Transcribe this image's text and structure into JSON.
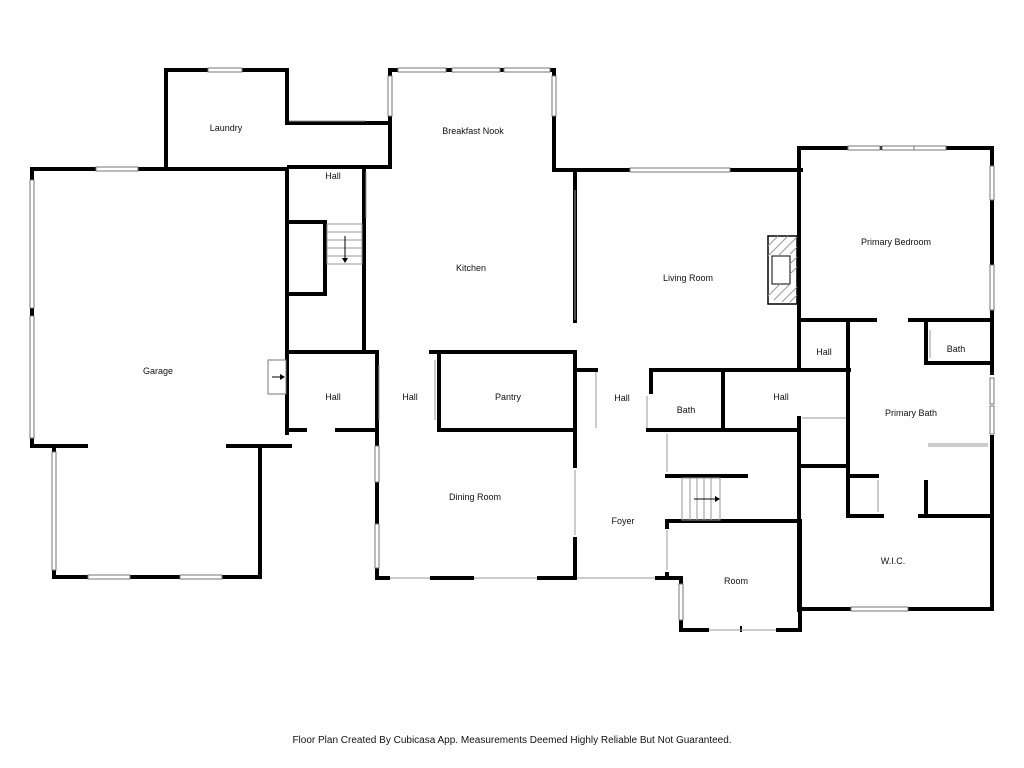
{
  "rooms": {
    "laundry": "Laundry",
    "hall_top": "Hall",
    "breakfast_nook": "Breakfast Nook",
    "kitchen": "Kitchen",
    "living_room": "Living Room",
    "primary_bedroom": "Primary Bedroom",
    "garage": "Garage",
    "hall_left": "Hall",
    "hall_mid": "Hall",
    "pantry": "Pantry",
    "hall_center": "Hall",
    "bath_center": "Bath",
    "hall_right": "Hall",
    "hall_bedroom": "Hall",
    "bath_primary": "Bath",
    "primary_bath": "Primary Bath",
    "dining_room": "Dining Room",
    "foyer": "Foyer",
    "room": "Room",
    "wic": "W.I.C."
  },
  "footer": {
    "disclaimer": "Floor Plan Created By Cubicasa App. Measurements Deemed Highly Reliable But Not Guaranteed."
  }
}
